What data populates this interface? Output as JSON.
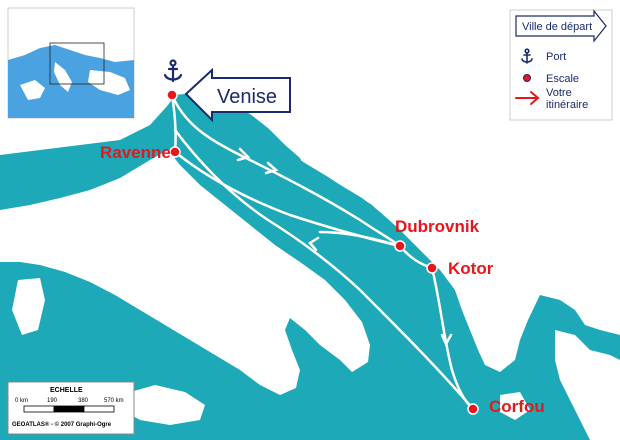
{
  "map": {
    "colors": {
      "sea": "#1ea9b9",
      "land": "#ffffff",
      "route": "#ffffff",
      "stop": "#e8161a",
      "accent": "#1a2a6c"
    },
    "departure": {
      "name": "Venise",
      "icon": "anchor-icon"
    },
    "stops": [
      {
        "name": "Ravenne"
      },
      {
        "name": "Dubrovnik"
      },
      {
        "name": "Kotor"
      },
      {
        "name": "Corfou"
      }
    ]
  },
  "legend": {
    "departure_label": "Ville de départ",
    "port_label": "Port",
    "stop_label": "Escale",
    "route_label_line1": "Votre",
    "route_label_line2": "itinéraire"
  },
  "scale": {
    "title": "ECHELLE",
    "ticks": [
      "0 km",
      "190",
      "380",
      "570 km"
    ],
    "credit": "GEOATLAS® - © 2007 Graphi-Ogre"
  }
}
